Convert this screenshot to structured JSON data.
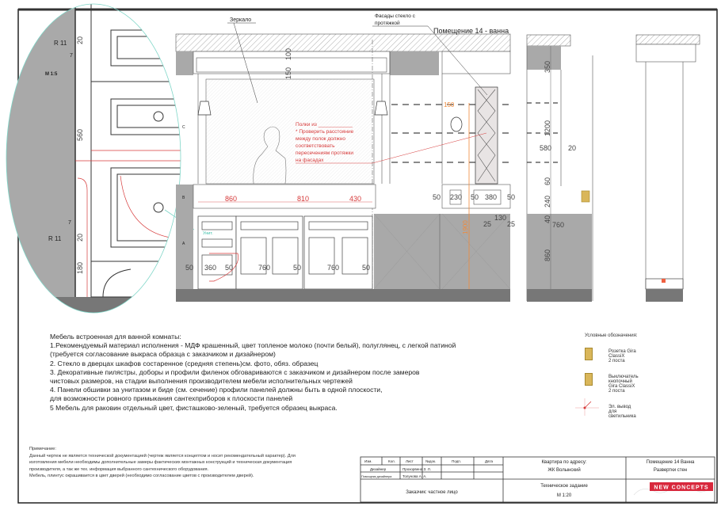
{
  "drawing": {
    "room_title": "Помещение 14 - ванна",
    "detail_scale": "M 1:5",
    "labels": {
      "mirror": "Зеркало",
      "facades": [
        "Фасады стекло с",
        "протяжкой"
      ],
      "shelves_note": [
        "Полки из ____________",
        "* Проверить расстояние",
        "между полок должно",
        "соответствовать",
        "пересечениям протяжки",
        "на фасадах"
      ],
      "toilet": "Унит."
    },
    "detail_dims": [
      "R 11",
      "20",
      "7",
      "560",
      "7",
      "R 11",
      "20",
      "180"
    ],
    "main_dims": [
      "100",
      "150",
      "860",
      "810",
      "430",
      "50",
      "230",
      "50",
      "380",
      "50",
      "130",
      "25",
      "25",
      "1900",
      "150",
      "50",
      "360",
      "50",
      "760",
      "50",
      "760",
      "50"
    ],
    "side_dims": [
      "350",
      "1200",
      "580",
      "20",
      "60",
      "240",
      "40",
      "760",
      "860"
    ],
    "section_marks": [
      "C",
      "B",
      "A"
    ],
    "colors": {
      "accent_red": "#d63a3a",
      "dim_orange": "#f08a3a",
      "wall_gray": "#a9a9a9",
      "socket_gold": "#d9b65a",
      "detail_outline": "#7fd6c8",
      "brand_red": "#d8283c"
    }
  },
  "notes": {
    "title": "Мебель встроенная  для ванной комнаты:",
    "lines": [
      "1.Рекомендуемый материал исполнения - МДФ крашенный, цвет топленое молоко (почти белый), полуглянец, с легкой патиной",
      "(требуется согласование выкраса образца с заказчиком и дизайнером)",
      "2. Стекло в дверцах шкафов состаренное (средняя степень)см. фото, обяз. образец",
      "3. Декоративные пилястры, доборы и профили филенок обговариваются с заказчиком и дизайнером после замеров",
      "чистовых размеров, на стадии выполнения производителем мебели исполнительных чертежей",
      "4. Панели обшивки за унитазом и биде (см. сечение) профили панелей должны быть в одной плоскости,",
      "для возможности ровного примыкания  сантехприборов к плоскости панелей",
      "5 Мебель для раковин отдельный цвет, фисташково-зеленый, требуется образец выкраса."
    ]
  },
  "remark": {
    "title": "Примечание:",
    "lines": [
      "Данный чертеж не является технической документацией (чертеж является концептом и носит рекомендательный характер). Для",
      "изготовления мебели необходимы дополнительные замеры фактических монтажных конструкций и техническая документация",
      "производителя,  а так же тех. информация выбранного сантехнического оборудования.",
      "Мебель, плинтус окрашивается в цвет дверей (необходимо согласование цветов с производителем дверей)."
    ]
  },
  "legend": {
    "title": "Условные обозначения:",
    "items": [
      {
        "icon": "socket-icon",
        "label": "Розетка Gira ClassiX",
        "sub": "2 поста"
      },
      {
        "icon": "switch-icon",
        "label": "Выключатель кнопочный Gira ClassiX",
        "sub": "2 поста"
      },
      {
        "icon": "light-outlet-icon",
        "label": "Эл. вывод для светильника",
        "sub": ""
      }
    ]
  },
  "title_block": {
    "headers": [
      "Изм.",
      "Кол.",
      "Лист",
      "№док.",
      "Подп.",
      "Дата"
    ],
    "designer_role": "Дизайнер",
    "designer_name": "Прохорвена З. Л.",
    "assistant_role": "Помощник дизайнера",
    "assistant_name": "Толунова А. А.",
    "customer": "Заказчик: частное лицо",
    "address_label": "Квартира по адресу:",
    "address": "ЖК Волынский",
    "doc_type": "Техническое задание",
    "scale": "М 1:20",
    "room": "Помещение 14 Ванна",
    "sheet": "Развертки стен",
    "brand": "NEW CONCEPTS"
  }
}
